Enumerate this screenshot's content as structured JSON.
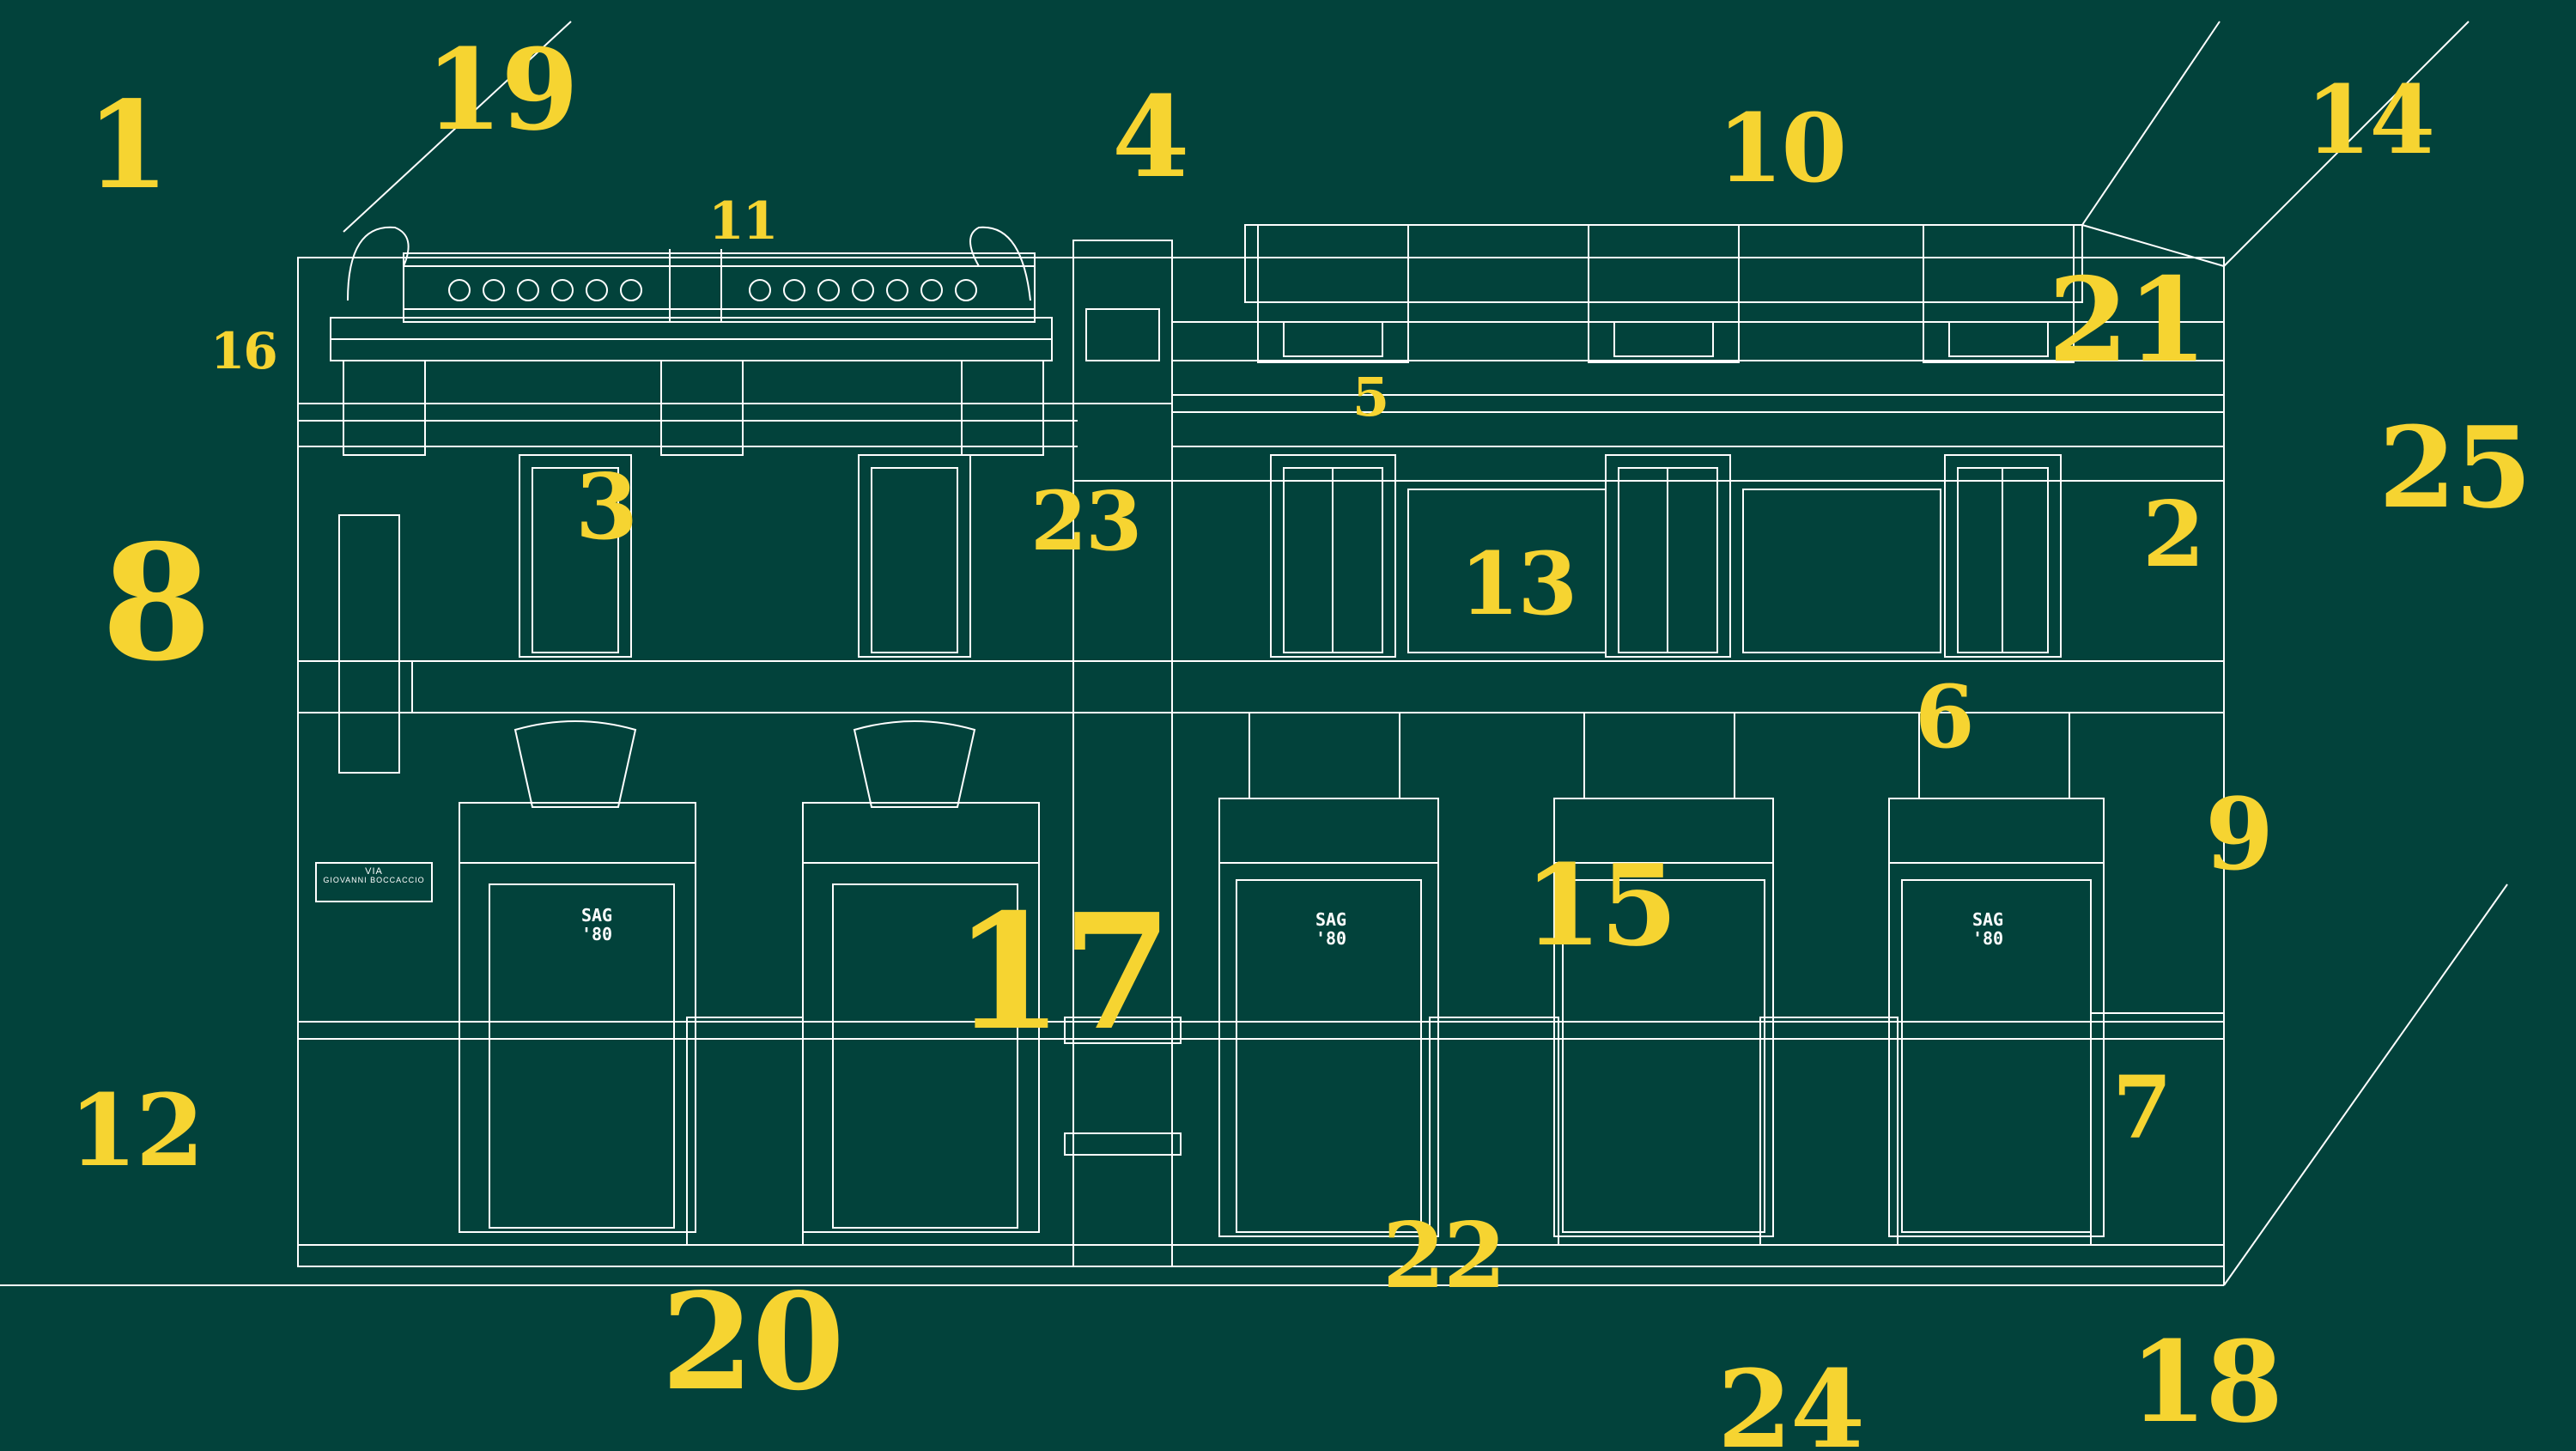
{
  "colors": {
    "background": "#02423b",
    "line": "#ffffff",
    "number": "#f6d431"
  },
  "street_sign": {
    "line1": "VIA",
    "line2": "GIOVANNI BOCCACCIO"
  },
  "door_monogram": {
    "line1": "SAG",
    "line2": "'80"
  },
  "numbers": [
    "1",
    "19",
    "4",
    "10",
    "14",
    "11",
    "16",
    "21",
    "5",
    "25",
    "3",
    "23",
    "8",
    "13",
    "2",
    "6",
    "9",
    "15",
    "17",
    "7",
    "12",
    "22",
    "20",
    "24",
    "18"
  ]
}
